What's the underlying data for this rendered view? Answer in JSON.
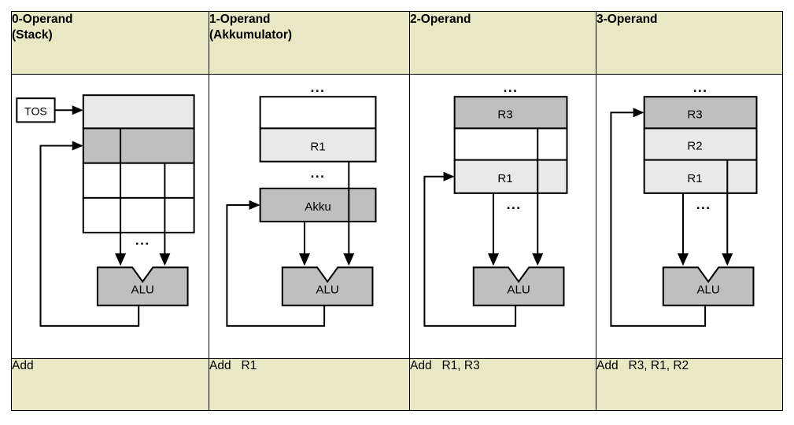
{
  "diagram": {
    "title_semantics": "operand-addressing-architectures-comparison",
    "colors": {
      "header_bg": "#e8e8c4",
      "footer_bg": "#e8e8c4",
      "cell_white": "#ffffff",
      "cell_light_gray": "#e9e9e9",
      "cell_dark_gray": "#bfbfbf",
      "alu_fill": "#bfbfbf",
      "stroke": "#000000",
      "page_bg": "#ffffff"
    },
    "ellipsis": "...",
    "alu_label": "ALU",
    "columns": [
      {
        "id": "col-0-operand",
        "header_lines": [
          "0-Operand",
          "(Stack)"
        ],
        "instruction": "Add",
        "pointer_label": "TOS",
        "memory_cells": [
          {
            "label": "",
            "fill": "light-gray"
          },
          {
            "label": "",
            "fill": "dark-gray"
          },
          {
            "label": "",
            "fill": "white"
          },
          {
            "label": "",
            "fill": "white"
          }
        ]
      },
      {
        "id": "col-1-operand",
        "header_lines": [
          "1-Operand",
          "(Akkumulator)"
        ],
        "instruction": "Add   R1",
        "accumulator_label": "Akku",
        "memory_cells": [
          {
            "label": "",
            "fill": "white"
          },
          {
            "label": "R1",
            "fill": "light-gray"
          }
        ]
      },
      {
        "id": "col-2-operand",
        "header_lines": [
          "2-Operand"
        ],
        "instruction": "Add   R1, R3",
        "memory_cells": [
          {
            "label": "R3",
            "fill": "dark-gray"
          },
          {
            "label": "",
            "fill": "white"
          },
          {
            "label": "R1",
            "fill": "light-gray"
          }
        ]
      },
      {
        "id": "col-3-operand",
        "header_lines": [
          "3-Operand"
        ],
        "instruction": "Add   R3, R1, R2",
        "memory_cells": [
          {
            "label": "R3",
            "fill": "dark-gray"
          },
          {
            "label": "R2",
            "fill": "light-gray"
          },
          {
            "label": "R1",
            "fill": "light-gray"
          }
        ]
      }
    ]
  }
}
